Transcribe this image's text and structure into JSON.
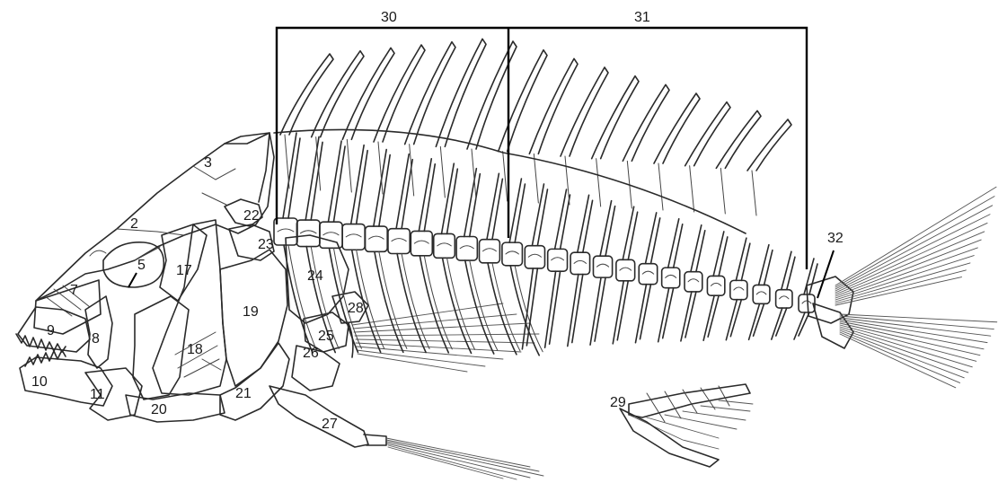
{
  "labels": {
    "l2": "2",
    "l3": "3",
    "l5": "5",
    "l7": "7",
    "l8": "8",
    "l9": "9",
    "l10": "10",
    "l11": "11",
    "l17": "17",
    "l18": "18",
    "l19": "19",
    "l20": "20",
    "l21": "21",
    "l22": "22",
    "l23": "23",
    "l24": "24",
    "l25": "25",
    "l26": "26",
    "l27": "27",
    "l28": "28",
    "l29": "29",
    "l30": "30",
    "l31": "31",
    "l32": "32"
  }
}
